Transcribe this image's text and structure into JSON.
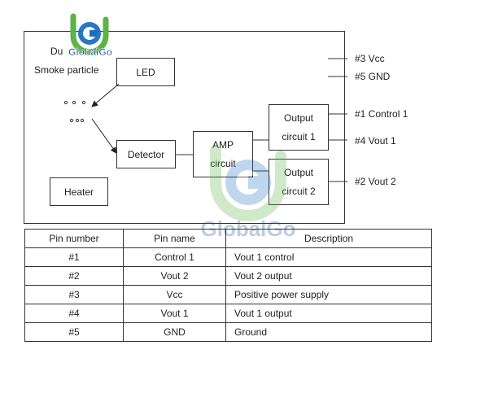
{
  "diagram": {
    "label_du": "Du",
    "smoke_particle": "Smoke particle",
    "led": "LED",
    "detector": "Detector",
    "heater": "Heater",
    "amp_line1": "AMP",
    "amp_line2": "circuit",
    "out1_line1": "Output",
    "out1_line2": "circuit 1",
    "out2_line1": "Output",
    "out2_line2": "circuit 2",
    "pin_vcc": "#3 Vcc",
    "pin_gnd": "#5 GND",
    "pin_control1": "#1 Control 1",
    "pin_vout1": "#4 Vout 1",
    "pin_vout2": "#2 Vout 2"
  },
  "table": {
    "headers": [
      "Pin number",
      "Pin name",
      "Description"
    ],
    "rows": [
      [
        "#1",
        "Control 1",
        "Vout 1 control"
      ],
      [
        "#2",
        "Vout 2",
        "Vout 2 output"
      ],
      [
        "#3",
        "Vcc",
        "Positive power supply"
      ],
      [
        "#4",
        "Vout 1",
        "Vout 1 output"
      ],
      [
        "#5",
        "GND",
        "Ground"
      ]
    ]
  },
  "watermark": {
    "logo_small_text": "GlobalGo",
    "logo_center_text": "GlobalGo",
    "colors": {
      "green": "#5bb446",
      "blue": "#1f6fc0"
    }
  }
}
